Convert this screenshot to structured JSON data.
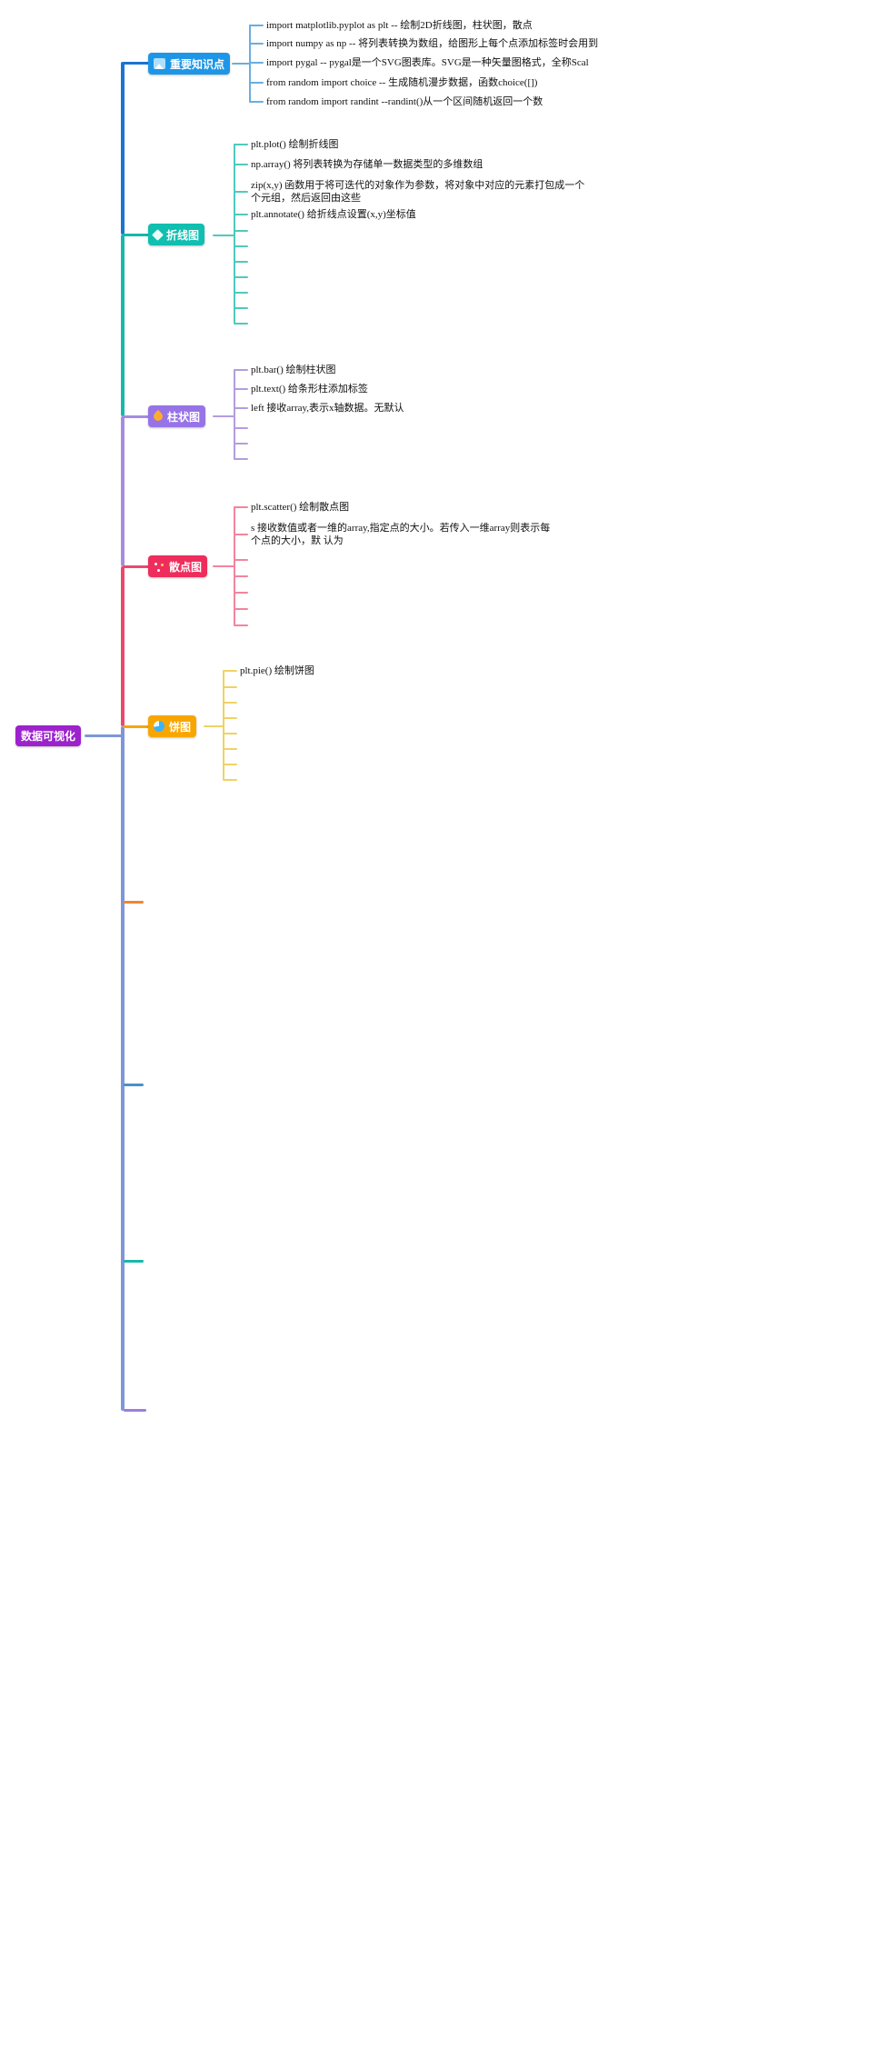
{
  "root": {
    "label": "数据可视化",
    "color": "#9c22cc"
  },
  "branches": [
    {
      "label": "重要知识点",
      "icon": "image-icon",
      "node_color": "#1e96e8",
      "line_color": "#6aaede",
      "children": [
        "import matplotlib.pyplot as plt -- 绘制2D折线图，柱状图，散点",
        "import numpy as np -- 将列表转换为数组，给图形上每个点添加标签时会用到",
        "import pygal -- pygal是一个SVG图表库。SVG是一种矢量图格式，全称Scal",
        "from random import choice -- 生成随机漫步数据，函数choice([])",
        "from random import randint --randint()从一个区间随机返回一个数"
      ]
    },
    {
      "label": "折线图",
      "icon": "gem-icon",
      "node_color": "#10bfb0",
      "line_color": "#4fc9bd",
      "children": [
        "plt.plot() 绘制折线图",
        "np.array() 将列表转换为存储单一数据类型的多维数组",
        "zip(x,y) 函数用于将可迭代的对象作为参数，将对象中对应的元素打包成一个个元组，然后返回由这些",
        "plt.annotate() 给折线点设置(x,y)坐标值"
      ]
    },
    {
      "label": "柱状图",
      "icon": "flame-icon",
      "node_color": "#9673e6",
      "line_color": "#b39de0",
      "children": [
        "plt.bar() 绘制柱状图",
        "plt.text() 给条形柱添加标签",
        "left 接收array,表示x轴数据。无默认"
      ]
    },
    {
      "label": "散点图",
      "icon": "scatter-dots-icon",
      "node_color": "#ee2d5d",
      "line_color": "#f2849e",
      "children": [
        "plt.scatter() 绘制散点图",
        "s 接收数值或者一维的array,指定点的大小。若传入一维array则表示每个点的大小，默 认为"
      ]
    },
    {
      "label": "饼图",
      "icon": "pie-chart-icon",
      "node_color": "#f7a600",
      "line_color": "#f0d264",
      "children": [
        "plt.pie() 绘制饼图"
      ]
    }
  ],
  "trunk_colors": {
    "top_blue": "#1b74cf",
    "teal": "#17b8ab",
    "purple": "#a58ce0",
    "red": "#e84a6f",
    "periwinkle": "#7e96d8"
  },
  "collapsed_branch_colors": [
    "#f08632",
    "#4a90c8",
    "#17b8ab",
    "#9b7fd8"
  ]
}
